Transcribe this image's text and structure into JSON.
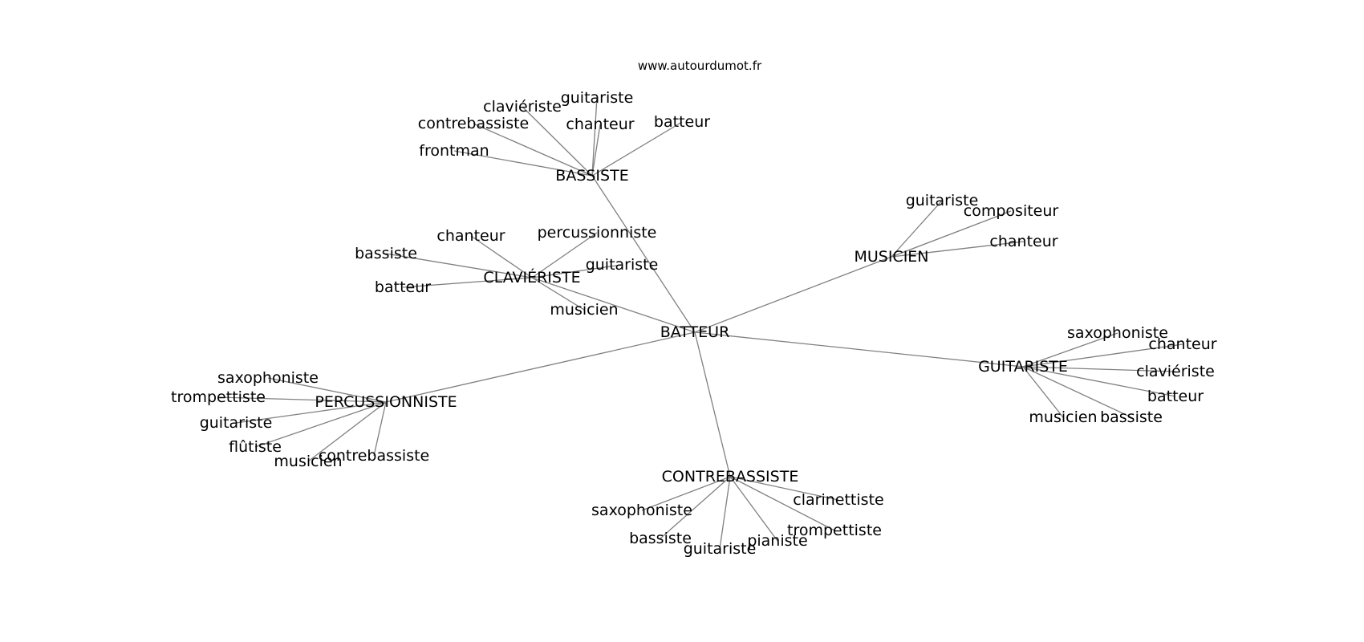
{
  "source": "www.autourdumot.fr",
  "graph": {
    "center": "BATTEUR",
    "hubs": [
      {
        "id": "bassiste",
        "label": "BASSISTE",
        "neighbors": [
          "frontman",
          "contrebassiste",
          "claviériste",
          "guitariste",
          "chanteur",
          "batteur"
        ]
      },
      {
        "id": "clavieriste",
        "label": "CLAVIÉRISTE",
        "neighbors": [
          "bassiste",
          "chanteur",
          "percussionniste",
          "guitariste",
          "musicien",
          "batteur"
        ]
      },
      {
        "id": "musicien",
        "label": "MUSICIEN",
        "neighbors": [
          "guitariste",
          "compositeur",
          "chanteur"
        ]
      },
      {
        "id": "guitariste",
        "label": "GUITARISTE",
        "neighbors": [
          "saxophoniste",
          "chanteur",
          "claviériste",
          "batteur",
          "bassiste",
          "musicien"
        ]
      },
      {
        "id": "percussionniste",
        "label": "PERCUSSIONNISTE",
        "neighbors": [
          "saxophoniste",
          "trompettiste",
          "guitariste",
          "flûtiste",
          "musicien",
          "contrebassiste"
        ]
      },
      {
        "id": "contrebassiste",
        "label": "CONTREBASSISTE",
        "neighbors": [
          "saxophoniste",
          "bassiste",
          "guitariste",
          "pianiste",
          "trompettiste",
          "clarinettiste"
        ]
      }
    ]
  }
}
